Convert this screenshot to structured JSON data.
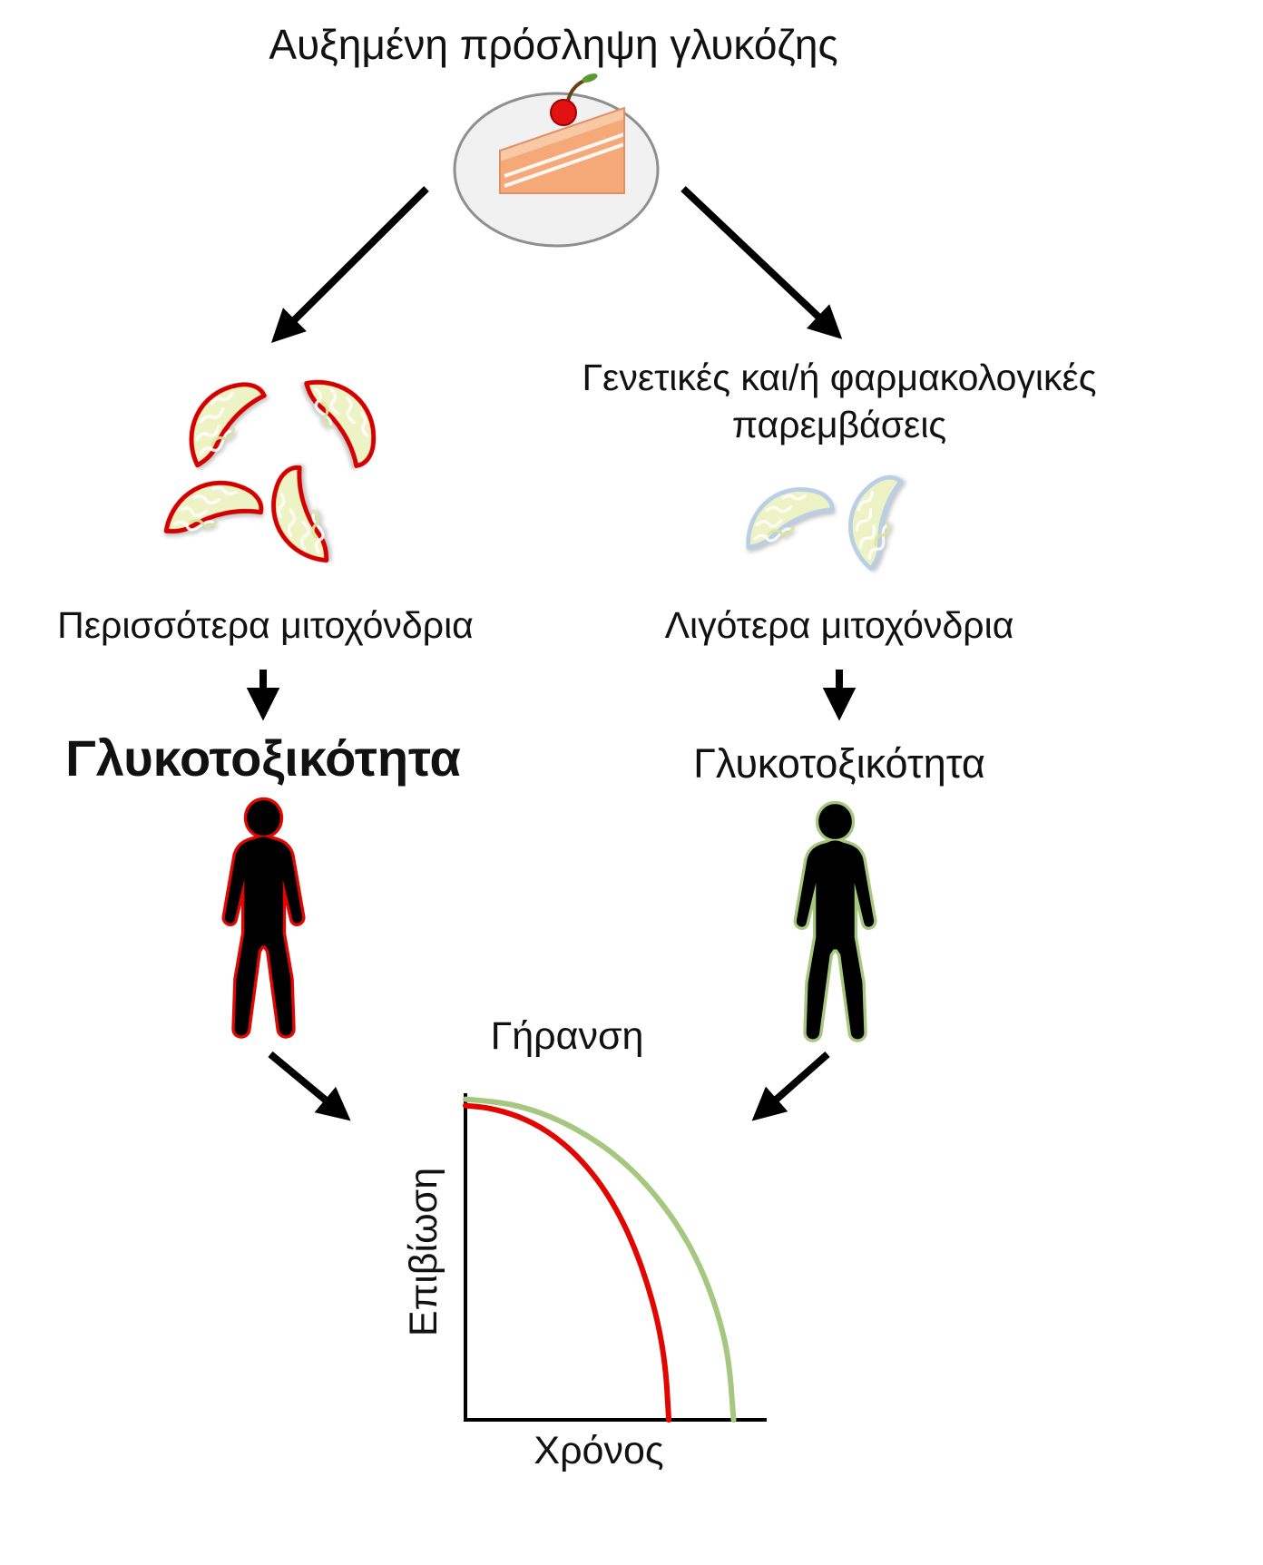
{
  "title": "Αυξημένη πρόσληψη γλυκόζης",
  "branches": {
    "left": {
      "mitochondria_label": "Περισσότερα μιτοχόνδρια",
      "outcome_label": "Γλυκοτοξικότητα",
      "mitochondria_count": 4,
      "accent_color": "#e10600"
    },
    "right": {
      "intervention_line1": "Γενετικές και/ή φαρμακολογικές",
      "intervention_line2": "παρεμβάσεις",
      "mitochondria_label": "Λιγότερα μιτοχόνδρια",
      "outcome_label": "Γλυκοτοξικότητα",
      "mitochondria_count": 2,
      "accent_color": "#a6c77f"
    }
  },
  "icons": {
    "cake": "cake-slice-icon",
    "mitochondrion": "mitochondrion-icon",
    "human_left": "human-figure-red-icon",
    "human_right": "human-figure-green-icon",
    "arrow": "arrow-icon"
  },
  "colors": {
    "red": "#e10600",
    "green": "#a6c77f",
    "mito_fill": "#eef3c5",
    "mito_outline_left": "#d40000",
    "mito_outline_right": "#b9cfe6",
    "cake": "#f5a978",
    "plate": "#f1f1f1",
    "ink": "#000000"
  },
  "chart_data": {
    "type": "line",
    "title": "Γήρανση",
    "xlabel": "Χρόνος",
    "ylabel": "Επιβίωση",
    "axes_numeric_labels": false,
    "legend": "none",
    "x_range_normalized": [
      0,
      1
    ],
    "y_range_normalized": [
      0,
      1
    ],
    "series": [
      {
        "key": "red-curve",
        "color": "#e10600",
        "points": [
          [
            0,
            0.97
          ],
          [
            0.05,
            0.967
          ],
          [
            0.1,
            0.958
          ],
          [
            0.15,
            0.945
          ],
          [
            0.2,
            0.927
          ],
          [
            0.25,
            0.903
          ],
          [
            0.3,
            0.872
          ],
          [
            0.35,
            0.833
          ],
          [
            0.4,
            0.785
          ],
          [
            0.45,
            0.726
          ],
          [
            0.5,
            0.652
          ],
          [
            0.55,
            0.558
          ],
          [
            0.6,
            0.434
          ],
          [
            0.64,
            0.3
          ],
          [
            0.665,
            0.16
          ],
          [
            0.675,
            0
          ]
        ]
      },
      {
        "key": "green-curve",
        "color": "#a6c77f",
        "points": [
          [
            0,
            0.99
          ],
          [
            0.1,
            0.983
          ],
          [
            0.2,
            0.964
          ],
          [
            0.3,
            0.93
          ],
          [
            0.4,
            0.881
          ],
          [
            0.5,
            0.817
          ],
          [
            0.6,
            0.729
          ],
          [
            0.7,
            0.61
          ],
          [
            0.78,
            0.476
          ],
          [
            0.84,
            0.326
          ],
          [
            0.875,
            0.186
          ],
          [
            0.89,
            0
          ]
        ]
      }
    ]
  }
}
